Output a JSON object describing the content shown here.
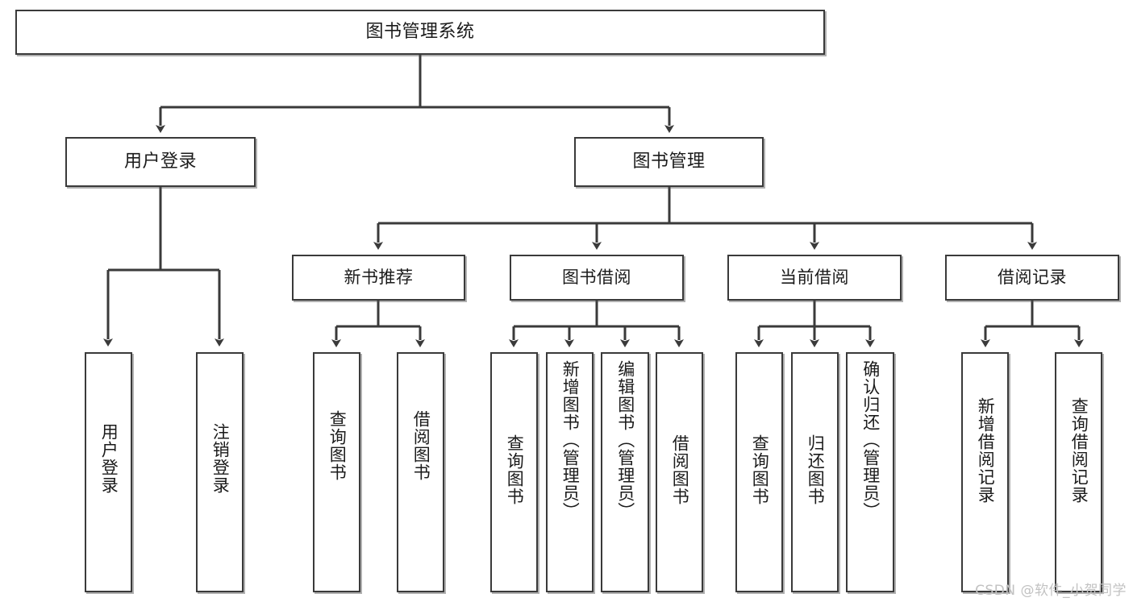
{
  "diagram": {
    "title": "图书管理系统",
    "root": {
      "label": "图书管理系统"
    },
    "level1": [
      {
        "label": "用户登录"
      },
      {
        "label": "图书管理"
      }
    ],
    "level2": [
      {
        "label": "新书推荐"
      },
      {
        "label": "图书借阅"
      },
      {
        "label": "当前借阅"
      },
      {
        "label": "借阅记录"
      }
    ],
    "leaves": [
      {
        "label": "用户登录"
      },
      {
        "label": "注销登录"
      },
      {
        "label": "查询图书"
      },
      {
        "label": "借阅图书"
      },
      {
        "label": "查询图书"
      },
      {
        "label": "新增图书（管理员）"
      },
      {
        "label": "编辑图书（管理员）"
      },
      {
        "label": "借阅图书"
      },
      {
        "label": "查询图书"
      },
      {
        "label": "归还图书"
      },
      {
        "label": "确认归还（管理员）"
      },
      {
        "label": "新增借阅记录"
      },
      {
        "label": "查询借阅记录"
      }
    ],
    "colors": {
      "box_border": "#3a3a3a",
      "box_fill": "#ffffff",
      "connector": "#3a3a3a",
      "text": "#1b1b1b",
      "watermark": "#c2c2c2",
      "background": "#ffffff"
    }
  },
  "watermark": {
    "text": "CSDN @软件_小贺同学"
  }
}
